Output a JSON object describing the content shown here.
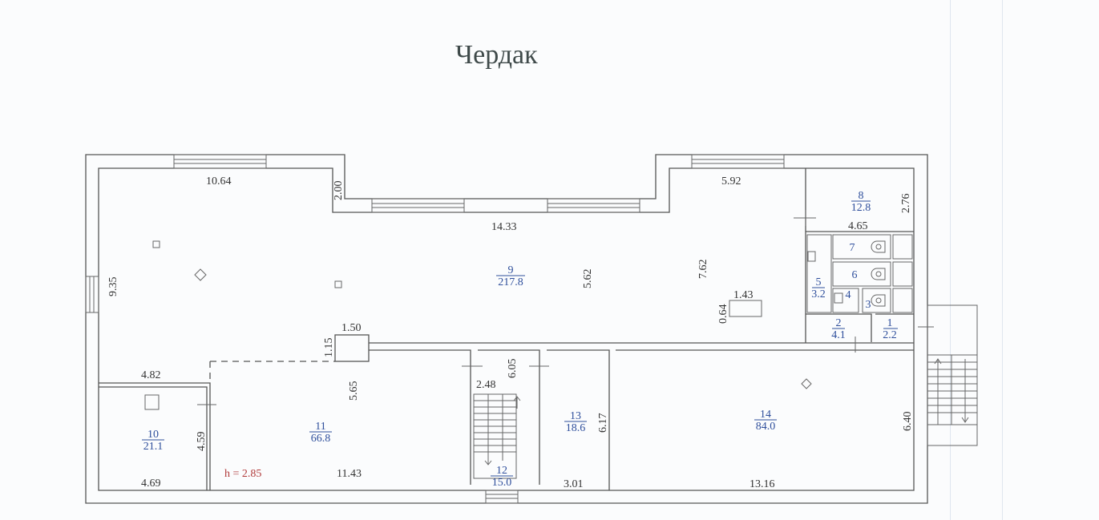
{
  "title": "Чердак",
  "ceiling_height": "h = 2.85",
  "colors": {
    "room_label": "#2f4f9c",
    "height_label": "#b03a3a",
    "walls": "#555555",
    "dimensions": "#333333"
  },
  "rooms": [
    {
      "id": "1",
      "number": "1",
      "area": "2.2"
    },
    {
      "id": "2",
      "number": "2",
      "area": "4.1"
    },
    {
      "id": "3",
      "number": "3",
      "area": ""
    },
    {
      "id": "4",
      "number": "4",
      "area": ""
    },
    {
      "id": "5",
      "number": "5",
      "area": "3.2"
    },
    {
      "id": "6",
      "number": "6",
      "area": ""
    },
    {
      "id": "7",
      "number": "7",
      "area": ""
    },
    {
      "id": "8",
      "number": "8",
      "area": "12.8"
    },
    {
      "id": "9",
      "number": "9",
      "area": "217.8"
    },
    {
      "id": "10",
      "number": "10",
      "area": "21.1"
    },
    {
      "id": "11",
      "number": "11",
      "area": "66.8"
    },
    {
      "id": "12",
      "number": "12",
      "area": "15.0"
    },
    {
      "id": "13",
      "number": "13",
      "area": "18.6"
    },
    {
      "id": "14",
      "number": "14",
      "area": "84.0"
    }
  ],
  "dimensions": {
    "top_left_width": "10.64",
    "left_height": "9.35",
    "step_height": "2.00",
    "middle_width": "14.33",
    "middle_height": "5.62",
    "right_hall_width": "5.92",
    "right_hall_height": "7.62",
    "room8_width": "4.65",
    "room8_height": "2.76",
    "opening_width": "1.43",
    "opening_height": "0.64",
    "column_width": "1.50",
    "column_height": "1.15",
    "room10_top": "4.82",
    "room10_bottom": "4.69",
    "room10_height": "4.59",
    "room11_height": "5.65",
    "room11_width": "11.43",
    "stair_width": "2.48",
    "stair_height": "6.05",
    "room13_height": "6.17",
    "room13_width": "3.01",
    "room14_width": "13.16",
    "room14_height": "6.40"
  }
}
